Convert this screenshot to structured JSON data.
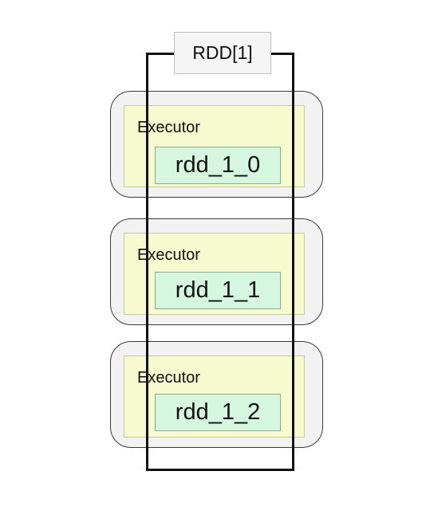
{
  "rdd": {
    "title": "RDD[1]"
  },
  "executors": [
    {
      "label": "Executor",
      "partition": "rdd_1_0"
    },
    {
      "label": "Executor",
      "partition": "rdd_1_1"
    },
    {
      "label": "Executor",
      "partition": "rdd_1_2"
    }
  ],
  "colors": {
    "node_fill": "#f2f2f2",
    "executor_fill": "#f7f9cf",
    "partition_fill": "#d5f7df",
    "frame_stroke": "#111111"
  }
}
